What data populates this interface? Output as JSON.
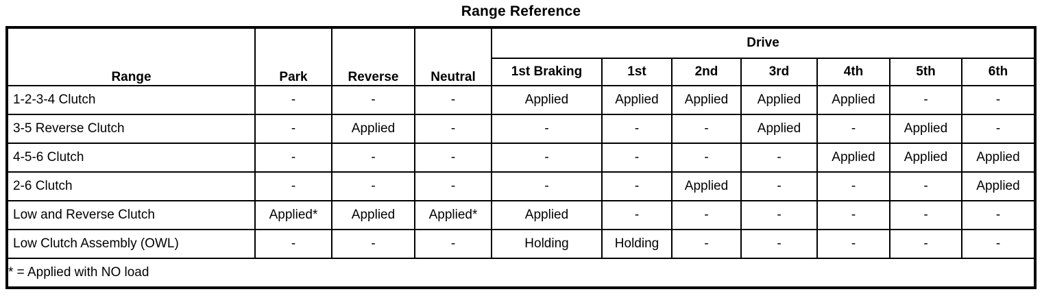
{
  "title": "Range Reference",
  "table": {
    "corner_header": "Range",
    "static_columns": [
      "Park",
      "Reverse",
      "Neutral"
    ],
    "drive_header": "Drive",
    "drive_columns": [
      "1st Braking",
      "1st",
      "2nd",
      "3rd",
      "4th",
      "5th",
      "6th"
    ],
    "rows": [
      {
        "label": "1-2-3-4 Clutch",
        "cells": [
          "-",
          "-",
          "-",
          "Applied",
          "Applied",
          "Applied",
          "Applied",
          "Applied",
          "-",
          "-"
        ]
      },
      {
        "label": "3-5 Reverse Clutch",
        "cells": [
          "-",
          "Applied",
          "-",
          "-",
          "-",
          "-",
          "Applied",
          "-",
          "Applied",
          "-"
        ]
      },
      {
        "label": "4-5-6 Clutch",
        "cells": [
          "-",
          "-",
          "-",
          "-",
          "-",
          "-",
          "-",
          "Applied",
          "Applied",
          "Applied"
        ]
      },
      {
        "label": "2-6 Clutch",
        "cells": [
          "-",
          "-",
          "-",
          "-",
          "-",
          "Applied",
          "-",
          "-",
          "-",
          "Applied"
        ]
      },
      {
        "label": "Low and Reverse Clutch",
        "cells": [
          "Applied*",
          "Applied",
          "Applied*",
          "Applied",
          "-",
          "-",
          "-",
          "-",
          "-",
          "-"
        ]
      },
      {
        "label": "Low Clutch Assembly (OWL)",
        "cells": [
          "-",
          "-",
          "-",
          "Holding",
          "Holding",
          "-",
          "-",
          "-",
          "-",
          "-"
        ]
      }
    ],
    "footnote": "* = Applied with NO load"
  },
  "colors": {
    "border": "#000000",
    "background": "#ffffff",
    "text": "#000000"
  }
}
